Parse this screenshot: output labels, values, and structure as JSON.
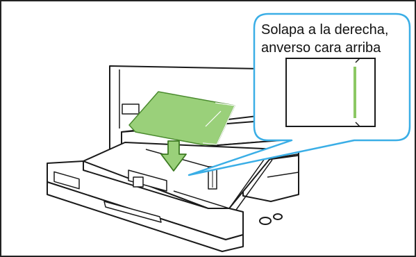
{
  "callout": {
    "line1": "Solapa a la derecha,",
    "line2": "anverso cara arriba"
  },
  "colors": {
    "border": "#222222",
    "callout_stroke": "#3aaee6",
    "envelope_fill": "#9ad07a",
    "envelope_stroke": "#4a8a2e",
    "arrow_fill": "#9ad07a",
    "flap_line": "#8cc864",
    "printer_stroke": "#1a1a1a"
  },
  "icons": [
    "printer-drawer-illustration",
    "envelope-icon",
    "down-arrow-icon"
  ]
}
